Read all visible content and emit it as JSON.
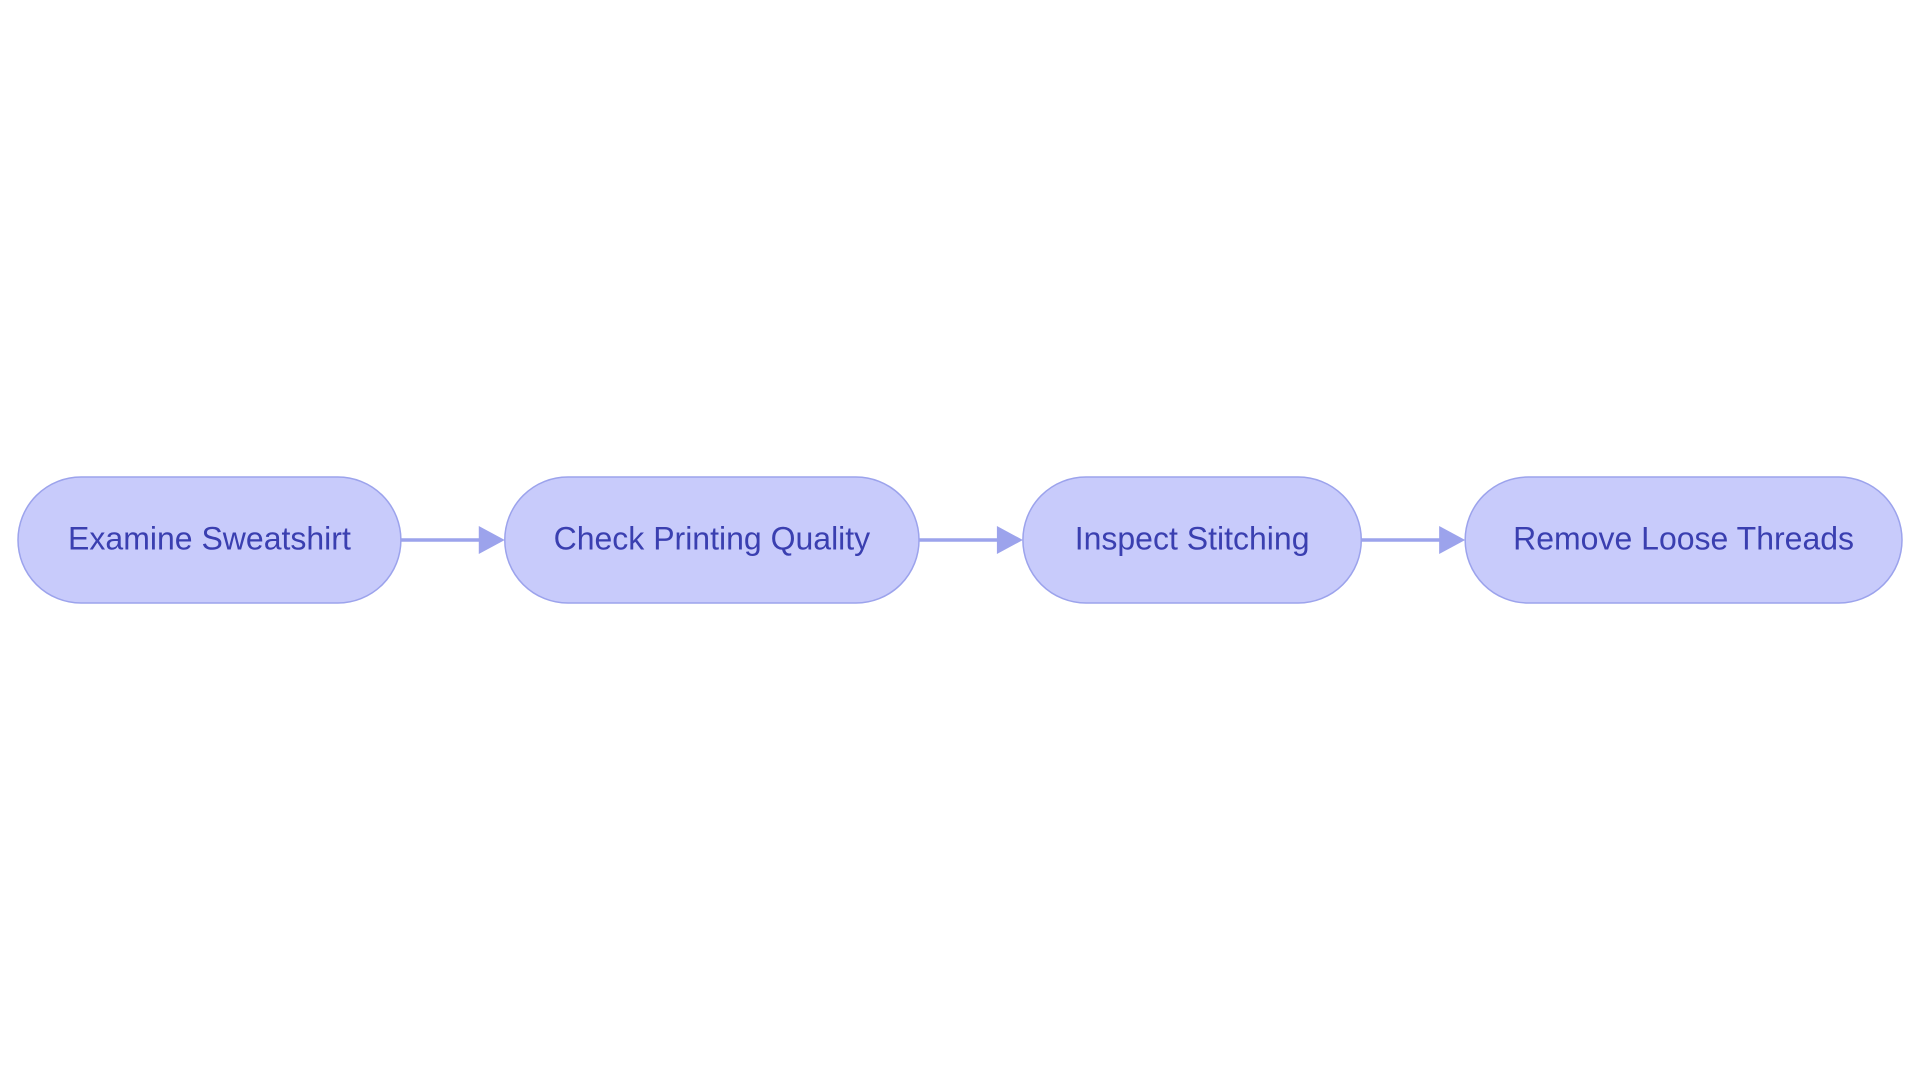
{
  "diagram": {
    "type": "flowchart",
    "direction": "left-to-right",
    "colors": {
      "node_fill": "#c8cbfb",
      "node_stroke": "#9ca3ec",
      "label_text": "#3a3fb0",
      "edge": "#9ca3ec"
    },
    "nodes": [
      {
        "id": "n1",
        "label": "Examine Sweatshirt"
      },
      {
        "id": "n2",
        "label": "Check Printing Quality"
      },
      {
        "id": "n3",
        "label": "Inspect Stitching"
      },
      {
        "id": "n4",
        "label": "Remove Loose Threads"
      }
    ],
    "edges": [
      {
        "from": "n1",
        "to": "n2"
      },
      {
        "from": "n2",
        "to": "n3"
      },
      {
        "from": "n3",
        "to": "n4"
      }
    ]
  }
}
